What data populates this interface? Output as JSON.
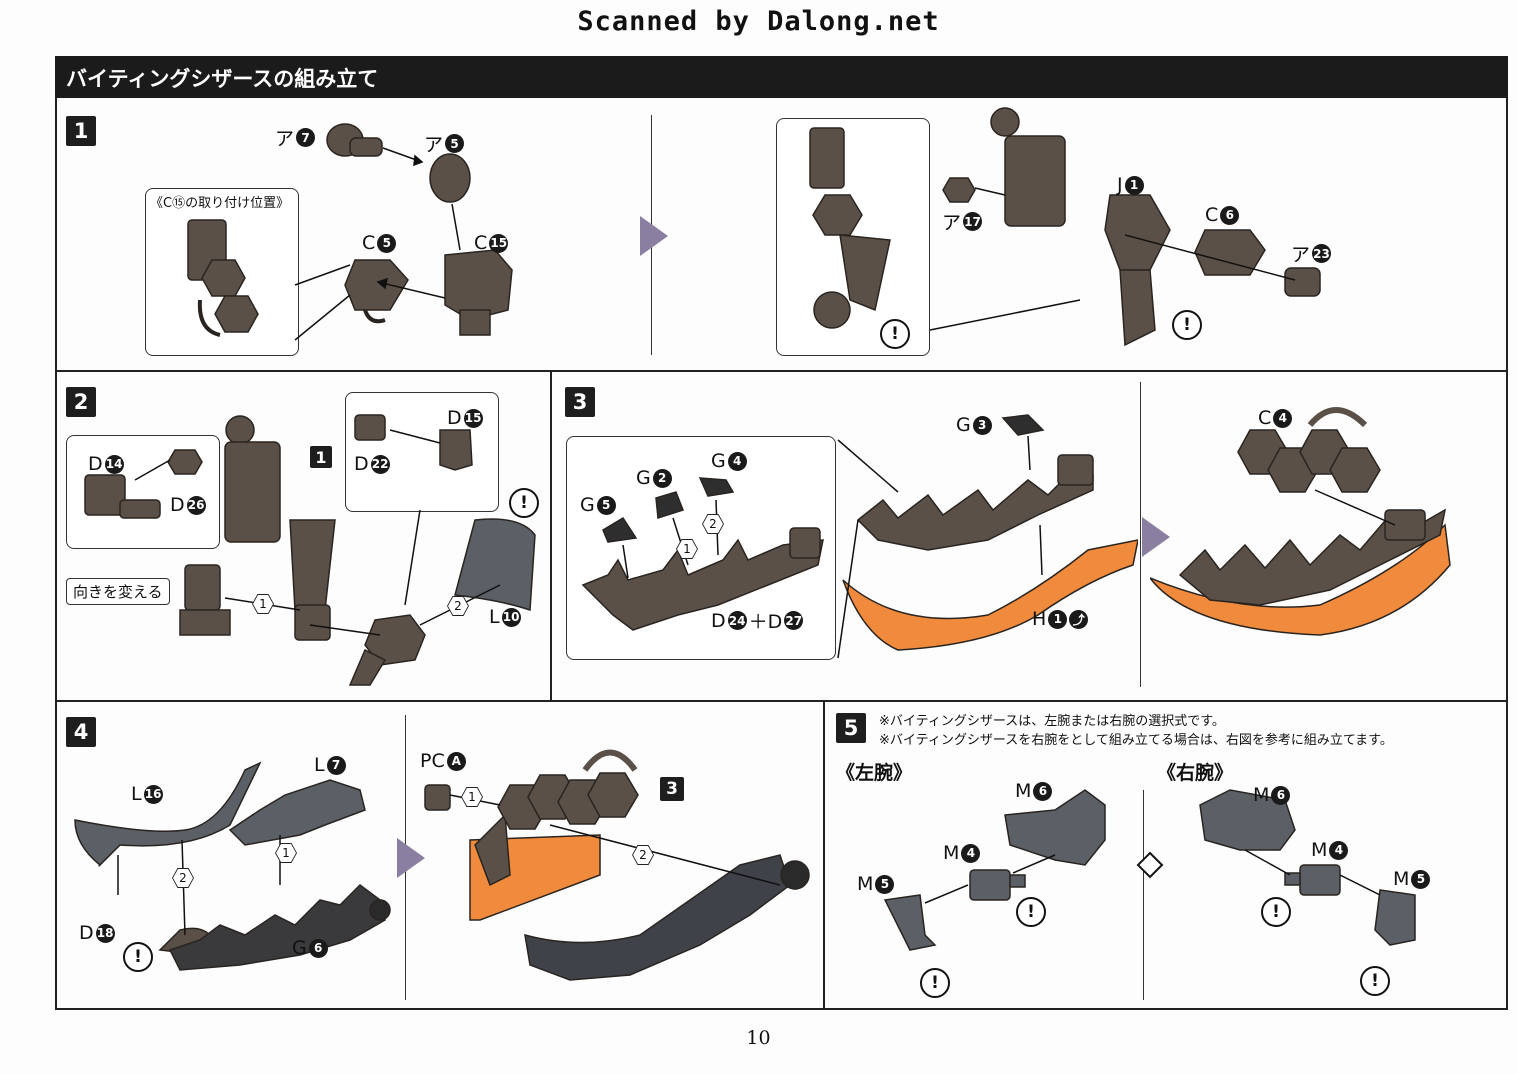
{
  "watermark": "Scanned by Dalong.net",
  "title": "バイティングシザースの組み立て",
  "page_number": "10",
  "colors": {
    "part_dark": "#5a5048",
    "part_gray": "#5b5f66",
    "orange": "#f08a3c",
    "arrow_next": "#8a7fa0"
  },
  "steps": {
    "s1": {
      "number": "1",
      "inset_caption": "《C⑮の取り付け位置》",
      "labels": {
        "a7": "ア",
        "a7n": "7",
        "a5": "ア",
        "a5n": "5",
        "c5": "C",
        "c5n": "5",
        "c15": "C",
        "c15n": "15",
        "a17": "ア",
        "a17n": "17",
        "j1": "J",
        "j1n": "1",
        "c6": "C",
        "c6n": "6",
        "a23": "ア",
        "a23n": "23"
      }
    },
    "s2": {
      "number": "2",
      "caption_turn": "向きを変える",
      "ref": "1",
      "labels": {
        "d14": "D",
        "d14n": "14",
        "d26": "D",
        "d26n": "26",
        "d15": "D",
        "d15n": "15",
        "d22": "D",
        "d22n": "22",
        "l10": "L",
        "l10n": "10",
        "o1": "1",
        "o2": "2"
      }
    },
    "s3": {
      "number": "3",
      "labels": {
        "g5": "G",
        "g5n": "5",
        "g2": "G",
        "g2n": "2",
        "g4": "G",
        "g4n": "4",
        "g3": "G",
        "g3n": "3",
        "c4": "C",
        "c4n": "4",
        "d": "D",
        "d24n": "24",
        "plus": "＋D",
        "d27n": "27",
        "h": "H",
        "h1n": "1",
        "o1": "1",
        "o2": "2"
      }
    },
    "s4": {
      "number": "4",
      "ref": "3",
      "labels": {
        "l16": "L",
        "l16n": "16",
        "l7": "L",
        "l7n": "7",
        "d18": "D",
        "d18n": "18",
        "g6": "G",
        "g6n": "6",
        "pca": "PC",
        "pcan": "A",
        "o1": "1",
        "o2": "2"
      }
    },
    "s5": {
      "number": "5",
      "note1": "※バイティングシザースは、左腕または右腕の選択式です。",
      "note2": "※バイティングシザースを右腕をとして組み立てる場合は、右図を参考に組み立てます。",
      "left_heading": "《左腕》",
      "right_heading": "《右腕》",
      "labels": {
        "m6": "M",
        "m6n": "6",
        "m4": "M",
        "m4n": "4",
        "m5": "M",
        "m5n": "5"
      }
    }
  },
  "icons": {
    "warning": "!",
    "warning_name": "caution-icon"
  }
}
